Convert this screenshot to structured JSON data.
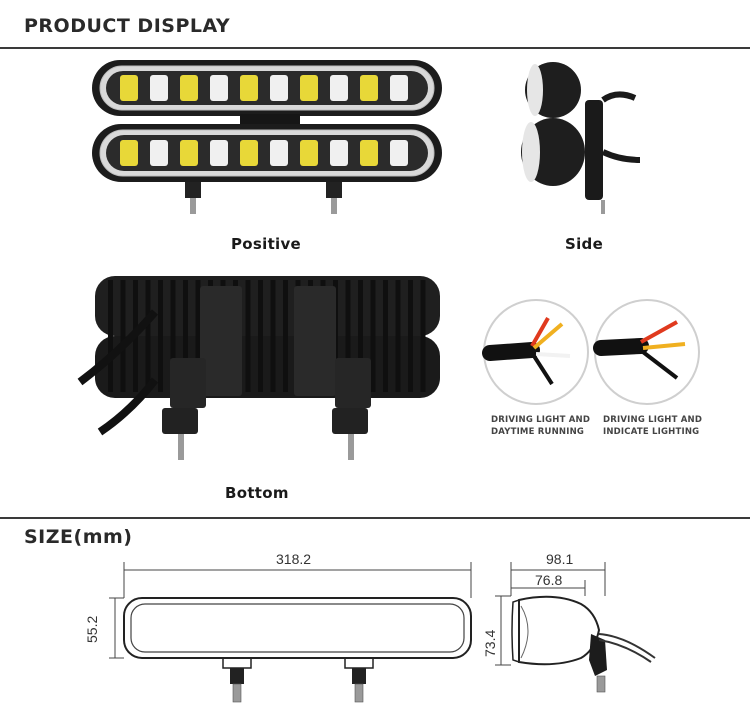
{
  "header": {
    "title": "PRODUCT DISPLAY"
  },
  "views": {
    "positive_label": "Positive",
    "side_label": "Side",
    "bottom_label": "Bottom"
  },
  "wiring": [
    {
      "caption_line1": "DRIVING LIGHT AND",
      "caption_line2": "DAYTIME RUNNING"
    },
    {
      "caption_line1": "DRIVING LIGHT AND",
      "caption_line2": "INDICATE LIGHTING"
    }
  ],
  "size": {
    "title": "SIZE(mm)",
    "length": "318.2",
    "height": "55.2",
    "depth_total": "98.1",
    "depth_body": "76.8",
    "height_total": "73.4"
  },
  "colors": {
    "led_yellow": "#e8d838",
    "housing": "#1c1c1c",
    "divider": "#3a3a3a"
  }
}
